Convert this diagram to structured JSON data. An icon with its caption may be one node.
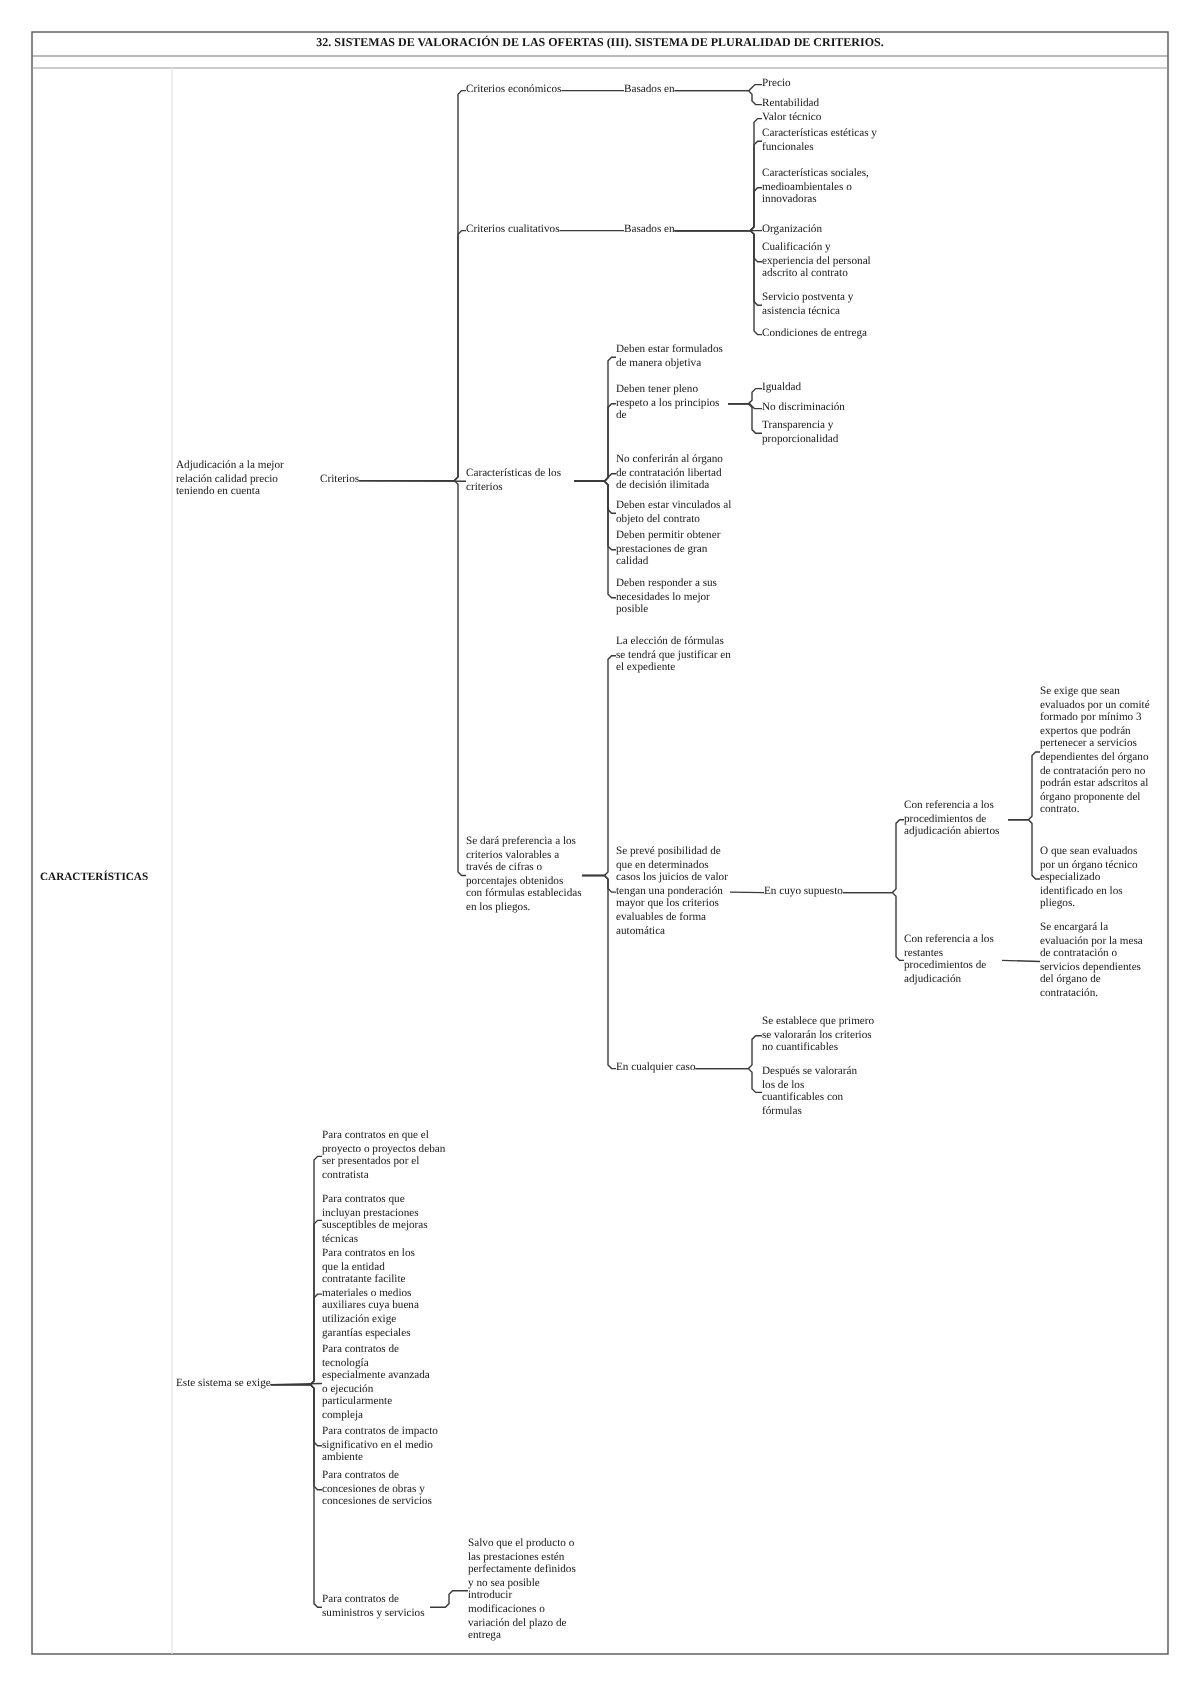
{
  "diagram": {
    "title": "32. SISTEMAS DE VALORACIÓN DE LAS OFERTAS (III). SISTEMA DE PLURALIDAD DE CRITERIOS.",
    "nodes": [
      {
        "text": [
          "Criterios"
        ]
      },
      {
        "text": [
          "Criterios económicos"
        ]
      },
      {
        "text": [
          "Basados en"
        ]
      },
      {
        "text": [
          "Precio"
        ]
      },
      {
        "text": [
          "Rentabilidad"
        ]
      },
      {
        "text": [
          "Criterios cualitativos"
        ]
      },
      {
        "text": [
          "Basados en"
        ]
      },
      {
        "text": [
          "Valor técnico"
        ]
      },
      {
        "text": [
          "Características estéticas y funcionales"
        ]
      },
      {
        "text": [
          "Características sociales, medioambientales o innovadoras"
        ]
      },
      {
        "text": [
          "Organización"
        ]
      },
      {
        "text": [
          "Cualificación y experiencia del personal adscrito al contrato"
        ]
      },
      {
        "text": [
          "Servicio postventa y asistencia técnica"
        ]
      },
      {
        "text": [
          "Condiciones de entrega"
        ]
      },
      {
        "text": [
          "Características de los criterios"
        ]
      },
      {
        "text": [
          "Deben estar formulados de manera objetiva"
        ]
      },
      {
        "text": [
          "Deben tener pleno respeto a los principios de"
        ]
      },
      {
        "text": [
          "Igualdad"
        ]
      },
      {
        "text": [
          "No discriminación"
        ]
      },
      {
        "text": [
          "Transparencia y proporcionalidad"
        ]
      },
      {
        "text": [
          "No conferirán al órgano de contratación libertad de decisión ilimitada"
        ]
      },
      {
        "text": [
          "Deben estar vinculados al objeto del contrato"
        ]
      },
      {
        "text": [
          "Deben permitir obtener prestaciones de gran calidad"
        ]
      },
      {
        "text": [
          "Deben responder a sus necesidades lo mejor posible"
        ]
      },
      {
        "text": [
          "Se dará preferencia a los criterios valorables a través de cifras o porcentajes obtenidos con fórmulas establecidas en los pliegos."
        ]
      },
      {
        "text": [
          "La elección de fórmulas se tendrá que justificar en el expediente"
        ]
      },
      {
        "text": [
          "Se prevé posibilidad de que en determinados casos los juicios de valor tengan una ponderación mayor que los criterios evaluables de forma automática"
        ]
      },
      {
        "text": [
          "En cuyo supuesto"
        ]
      },
      {
        "text": [
          "Con referencia a los procedimientos de adjudicación abiertos"
        ]
      },
      {
        "text": [
          "Se exige que sean evaluados por un comité formado por mínimo 3 expertos que podrán pertenecer a servicios dependientes del órgano de contratación pero no podrán estar adscritos al órgano proponente del contrato."
        ]
      },
      {
        "text": [
          "O que sean evaluados por un órgano técnico especializado identificado en los pliegos."
        ]
      },
      {
        "text": [
          "Con referencia a los restantes procedimientos de adjudicación"
        ]
      },
      {
        "text": [
          "Se encargará la evaluación por la mesa de contratación o servicios dependientes del órgano de contratación."
        ]
      },
      {
        "text": [
          "En cualquier caso"
        ]
      },
      {
        "text": [
          "Se establece que primero se valorarán los criterios no cuantificables"
        ]
      },
      {
        "text": [
          "Después se valorarán los de los cuantificables con fórmulas"
        ]
      },
      {
        "text": [
          "Este sistema se exige"
        ]
      },
      {
        "text": [
          "Para contratos en que el proyecto o proyectos deban ser presentados por el contratista"
        ]
      },
      {
        "text": [
          "Para contratos que incluyan prestaciones susceptibles de mejoras técnicas"
        ]
      },
      {
        "text": [
          "Para contratos en los que la entidad contratante facilite materiales o medios auxiliares cuya buena utilización exige garantías especiales"
        ]
      },
      {
        "text": [
          "Para contratos de tecnología especialmente avanzada o ejecución particularmente compleja"
        ]
      },
      {
        "text": [
          "Para contratos de impacto significativo en el medio ambiente"
        ]
      },
      {
        "text": [
          "Para contratos de concesiones de obras y concesiones de servicios"
        ]
      },
      {
        "text": [
          "Para contratos de suministros y servicios"
        ]
      },
      {
        "text": [
          "Salvo que el producto o las prestaciones estén perfectamente definidos y no sea posible introducir modificaciones o variación del plazo de entrega"
        ]
      }
    ],
    "edges": [
      {
        "from": 0,
        "to": 1,
        "arrow": "none"
      },
      {
        "from": 0,
        "to": 5,
        "arrow": "none"
      },
      {
        "from": 0,
        "to": 14,
        "arrow": "none"
      },
      {
        "from": 0,
        "to": 24,
        "arrow": "none"
      },
      {
        "from": 1,
        "to": 2,
        "arrow": "none"
      },
      {
        "from": 2,
        "to": 3,
        "arrow": "none"
      },
      {
        "from": 2,
        "to": 4,
        "arrow": "none"
      },
      {
        "from": 5,
        "to": 6,
        "arrow": "none"
      },
      {
        "from": 6,
        "to": 7,
        "arrow": "none"
      },
      {
        "from": 6,
        "to": 8,
        "arrow": "none"
      },
      {
        "from": 6,
        "to": 9,
        "arrow": "none"
      },
      {
        "from": 6,
        "to": 10,
        "arrow": "none"
      },
      {
        "from": 6,
        "to": 11,
        "arrow": "none"
      },
      {
        "from": 6,
        "to": 12,
        "arrow": "none"
      },
      {
        "from": 6,
        "to": 13,
        "arrow": "none"
      },
      {
        "from": 14,
        "to": 15,
        "arrow": "none"
      },
      {
        "from": 14,
        "to": 16,
        "arrow": "none"
      },
      {
        "from": 14,
        "to": 20,
        "arrow": "none"
      },
      {
        "from": 14,
        "to": 21,
        "arrow": "none"
      },
      {
        "from": 14,
        "to": 22,
        "arrow": "none"
      },
      {
        "from": 14,
        "to": 23,
        "arrow": "none"
      },
      {
        "from": 16,
        "to": 17,
        "arrow": "none"
      },
      {
        "from": 16,
        "to": 18,
        "arrow": "none"
      },
      {
        "from": 16,
        "to": 19,
        "arrow": "none"
      },
      {
        "from": 24,
        "to": 25,
        "arrow": "none"
      },
      {
        "from": 24,
        "to": 26,
        "arrow": "none"
      },
      {
        "from": 24,
        "to": 33,
        "arrow": "none"
      },
      {
        "from": 26,
        "to": 27,
        "arrow": "none"
      },
      {
        "from": 27,
        "to": 28,
        "arrow": "none"
      },
      {
        "from": 27,
        "to": 31,
        "arrow": "none"
      },
      {
        "from": 28,
        "to": 29,
        "arrow": "none"
      },
      {
        "from": 28,
        "to": 30,
        "arrow": "none"
      },
      {
        "from": 31,
        "to": 32,
        "arrow": "none"
      },
      {
        "from": 33,
        "to": 34,
        "arrow": "none"
      },
      {
        "from": 33,
        "to": 35,
        "arrow": "none"
      },
      {
        "from": 36,
        "to": 37,
        "arrow": "none"
      },
      {
        "from": 36,
        "to": 38,
        "arrow": "none"
      },
      {
        "from": 36,
        "to": 39,
        "arrow": "none"
      },
      {
        "from": 36,
        "to": 40,
        "arrow": "none"
      },
      {
        "from": 36,
        "to": 41,
        "arrow": "none"
      },
      {
        "from": 36,
        "to": 42,
        "arrow": "none"
      },
      {
        "from": 36,
        "to": 43,
        "arrow": "none"
      },
      {
        "from": 43,
        "to": 44,
        "arrow": "none"
      }
    ],
    "labels": [
      "Adjudicación a la mejor relación calidad precio teniendo en cuenta",
      "CARACTERÍSTICAS"
    ]
  }
}
